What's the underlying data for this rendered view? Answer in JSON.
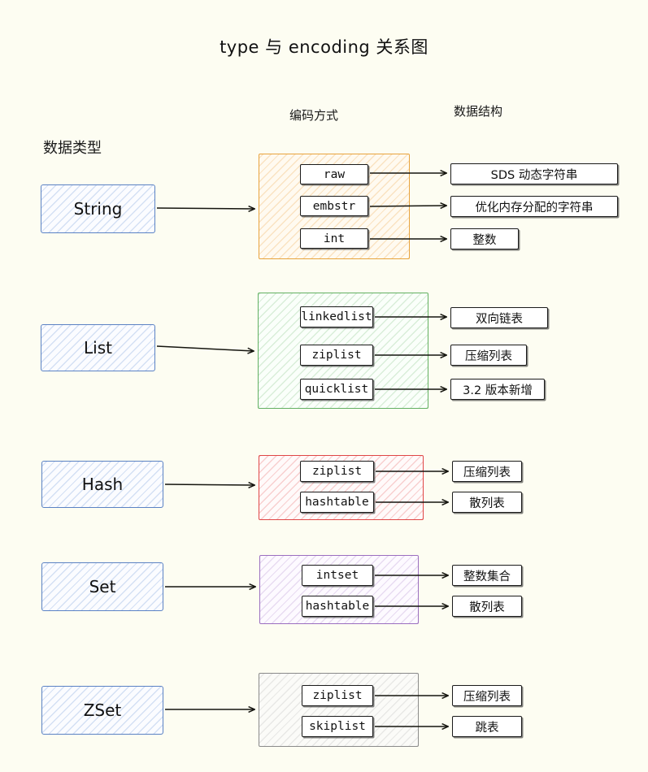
{
  "title": "type 与 encoding 关系图",
  "background_color": "#fdfdf2",
  "columns": {
    "type_header": "数据类型",
    "encoding_header": "编码方式",
    "structure_header": "数据结构"
  },
  "rows": [
    {
      "type": "String",
      "group_color": "#e8a33d",
      "encodings": [
        {
          "name": "raw",
          "structure": "SDS 动态字符串"
        },
        {
          "name": "embstr",
          "structure": "优化内存分配的字符串"
        },
        {
          "name": "int",
          "structure": "整数"
        }
      ]
    },
    {
      "type": "List",
      "group_color": "#62b062",
      "encodings": [
        {
          "name": "linkedlist",
          "structure": "双向链表"
        },
        {
          "name": "ziplist",
          "structure": "压缩列表"
        },
        {
          "name": "quicklist",
          "structure": "3.2 版本新增"
        }
      ]
    },
    {
      "type": "Hash",
      "group_color": "#e04646",
      "encodings": [
        {
          "name": "ziplist",
          "structure": "压缩列表"
        },
        {
          "name": "hashtable",
          "structure": "散列表"
        }
      ]
    },
    {
      "type": "Set",
      "group_color": "#9b6fc0",
      "encodings": [
        {
          "name": "intset",
          "structure": "整数集合"
        },
        {
          "name": "hashtable",
          "structure": "散列表"
        }
      ]
    },
    {
      "type": "ZSet",
      "group_color": "#8a8a8a",
      "encodings": [
        {
          "name": "ziplist",
          "structure": "压缩列表"
        },
        {
          "name": "skiplist",
          "structure": "跳表"
        }
      ]
    }
  ]
}
